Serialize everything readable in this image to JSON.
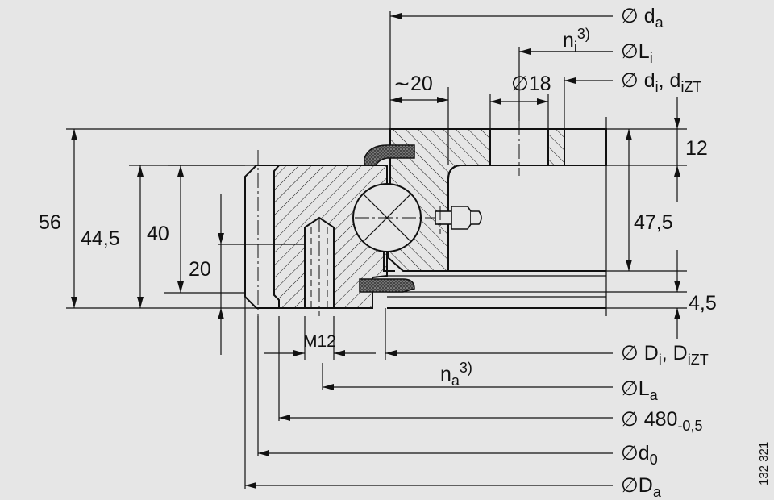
{
  "drawing_number": "132 321",
  "labels": {
    "d_a": "∅ d",
    "d_a_sub": "a",
    "n_i": "n",
    "n_i_sub": "i",
    "n_i_sup": "3)",
    "L_i": "∅L",
    "L_i_sub": "i",
    "approx20": "∼20",
    "dia18": "∅18",
    "d_i": "∅ d",
    "d_i_sub": "i",
    "d_i_sep": ", d",
    "d_iZT_sub": "iZT",
    "dim12": "12",
    "dim56": "56",
    "dim44_5": "44,5",
    "dim40": "40",
    "dim20": "20",
    "dim47_5": "47,5",
    "dim4_5": "4,5",
    "M12": "M12",
    "D_i": "∅ D",
    "D_i_sub": "i",
    "D_i_sep": ", D",
    "D_iZT_sub": "iZT",
    "n_a": "n",
    "n_a_sub": "a",
    "n_a_sup": "3)",
    "L_a": "∅L",
    "L_a_sub": "a",
    "dia480": "∅ 480",
    "dia480_tol": "-0,5",
    "d_0": "∅d",
    "d_0_sub": "0",
    "D_a": "∅D",
    "D_a_sub": "a"
  }
}
